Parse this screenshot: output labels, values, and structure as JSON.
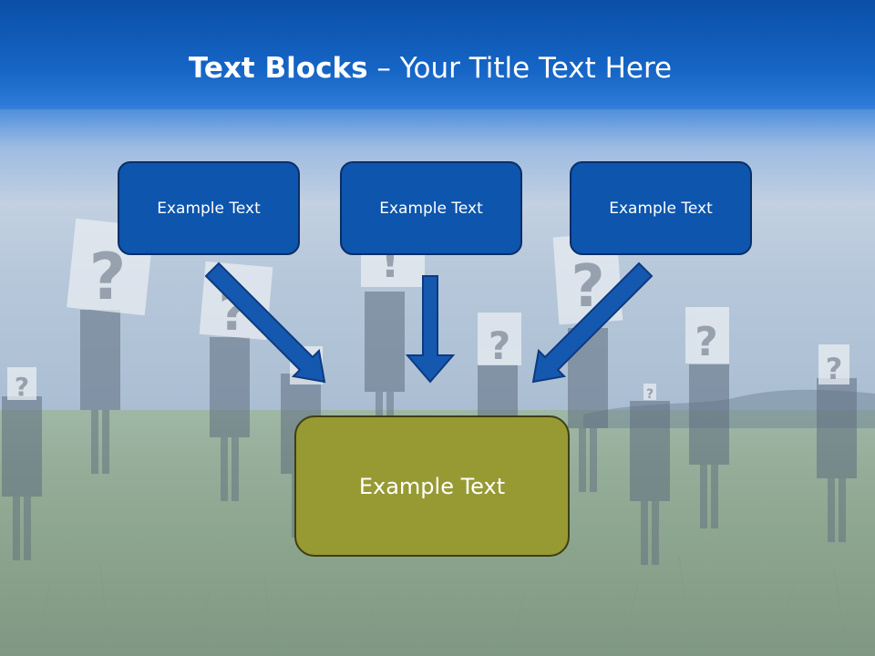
{
  "title": {
    "bold": "Text Blocks",
    "dash": "–",
    "rest": "Your Title Text Here"
  },
  "blocks": [
    {
      "label": "Example Text"
    },
    {
      "label": "Example Text"
    },
    {
      "label": "Example Text"
    }
  ],
  "result": {
    "label": "Example Text"
  },
  "colors": {
    "top_block_fill": "#0d55ad",
    "result_block_fill": "#979a33",
    "arrow": "#1558b0"
  }
}
